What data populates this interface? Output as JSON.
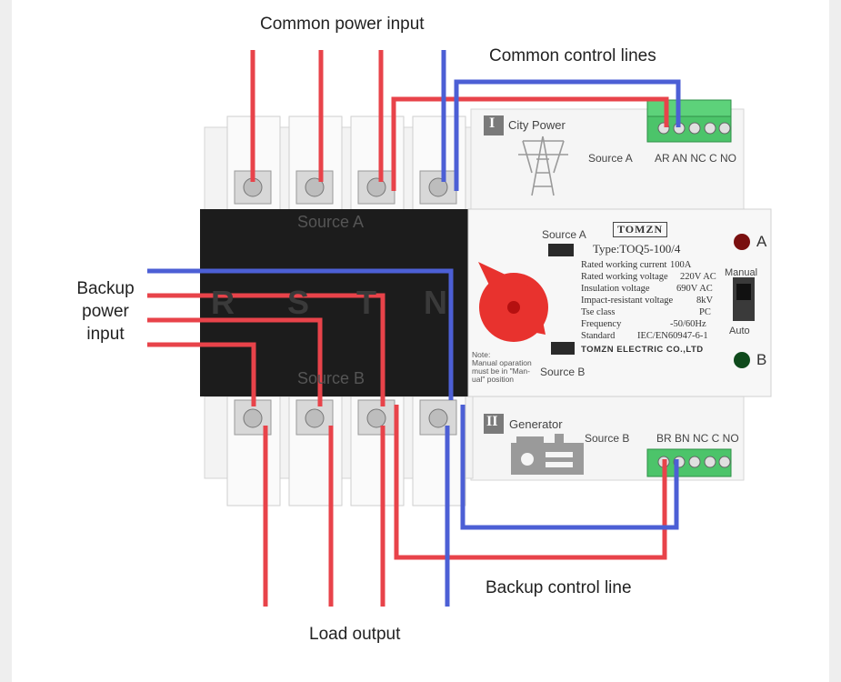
{
  "labels": {
    "common_power_input": "Common power input",
    "common_control_lines": "Common control lines",
    "backup_power_input": [
      "Backup",
      "power",
      "input"
    ],
    "backup_control_line": "Backup control line",
    "load_output": "Load output"
  },
  "switch_body": {
    "phases": [
      "R",
      "S",
      "T",
      "N"
    ],
    "source_a_top": "Source A",
    "source_b_bottom": "Source B",
    "note": [
      "Note:",
      "Manual oparation",
      "must be in  \"Man-",
      "ual\"  position"
    ]
  },
  "city_power": {
    "numeral": "I",
    "label": "City Power",
    "source": "Source A",
    "terminals": "AR AN NC C NO"
  },
  "generator": {
    "numeral": "II",
    "label": "Generator",
    "source": "Source B",
    "terminals": "BR BN NC C NO"
  },
  "nameplate": {
    "brand": "TOMZN",
    "source_a": "Source A",
    "source_b": "Source B",
    "type": "Type:TOQ5-100/4",
    "specs": [
      [
        "Rated working current",
        "100A"
      ],
      [
        "Rated working voltage",
        "220V AC"
      ],
      [
        "Insulation voltage",
        "690V AC"
      ],
      [
        "Impact-resistant voltage",
        "8kV"
      ],
      [
        "Tse class",
        "PC"
      ],
      [
        "Frequency",
        "-50/60Hz"
      ],
      [
        "Standard",
        "IEC/EN60947-6-1"
      ]
    ],
    "company": "TOMZN ELECTRIC CO.,LTD",
    "indicator_a": "A",
    "indicator_b": "B",
    "mode_manual": "Manual",
    "mode_auto": "Auto"
  },
  "colors": {
    "live_wire": "#e8434a",
    "neutral_wire": "#4c5fd5",
    "body_black": "#1c1c1c",
    "terminal_green": "#4cc46a",
    "handle_red": "#e8322e",
    "led_red": "#7a1010",
    "led_green": "#0f4a1c"
  }
}
